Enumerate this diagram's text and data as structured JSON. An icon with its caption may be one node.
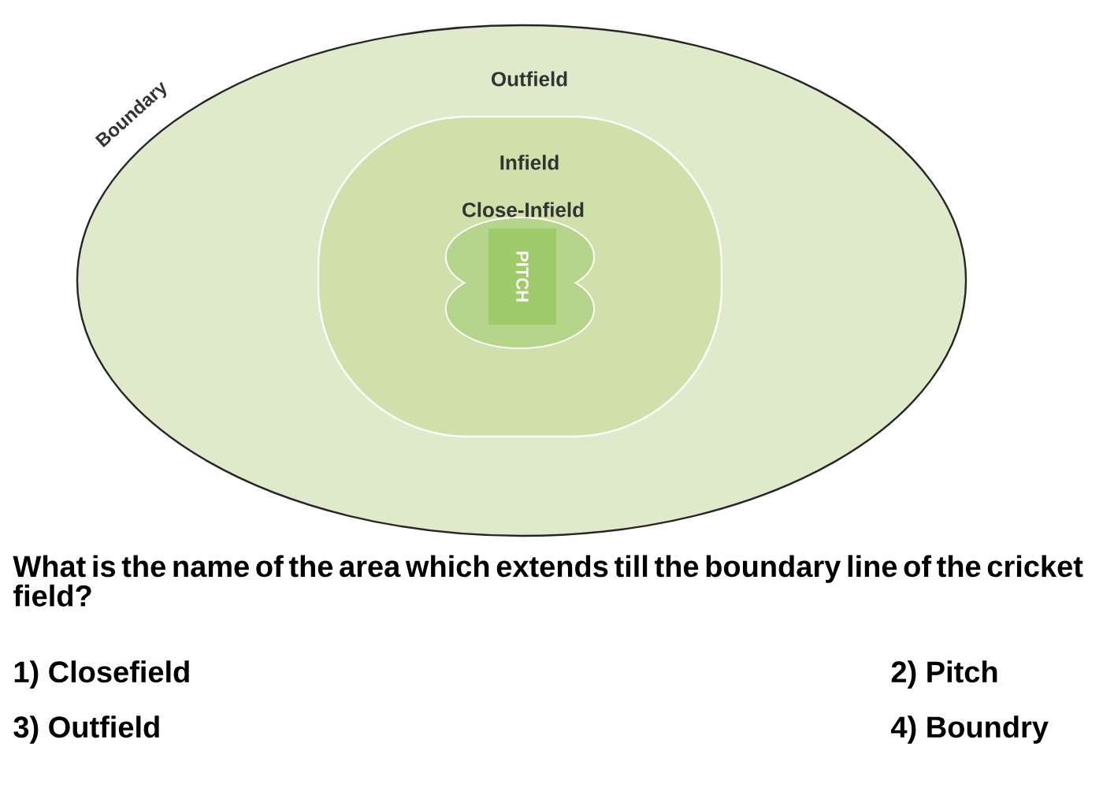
{
  "diagram": {
    "nodes": [
      {
        "text": [
          "Outfield"
        ],
        "beside": [
          "Boundary"
        ]
      },
      {
        "text": [
          "Infield"
        ],
        "in": 0
      },
      {
        "text": [
          "Close-Infield"
        ],
        "in": 1
      },
      {
        "text": [
          "PITCH"
        ],
        "in": 2
      }
    ],
    "labels": [
      "What is the name of the area which extends till the boundary line of the cricket field?",
      "1) Closefield",
      "2) Pitch",
      "3) Outfield",
      "4) Boundry"
    ]
  }
}
